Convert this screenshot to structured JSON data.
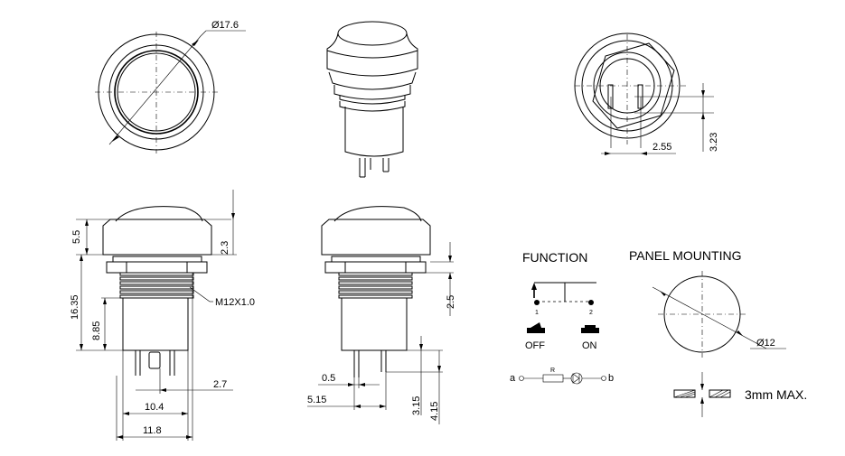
{
  "dimensions": {
    "head_diameter": "Ø17.6",
    "terminal_pitch_h": "2.55",
    "terminal_pitch_v": "3.23",
    "head_height": "5.5",
    "dome_height": "2.3",
    "total_body_height": "16.35",
    "housing_height": "8.85",
    "thread": "M12X1.0",
    "terminal_width": "2.7",
    "housing_width": "10.4",
    "nut_width": "11.8",
    "nut_thickness": "2.5",
    "terminal_thickness": "0.5",
    "terminal_offset": "5.15",
    "terminal_length": "3.15",
    "terminal_total": "4.15",
    "panel_hole": "Ø12"
  },
  "function": {
    "title": "FUNCTION",
    "pin1": "1",
    "pin2": "2",
    "off_label": "OFF",
    "on_label": "ON",
    "node_a": "a",
    "node_b": "b",
    "resistor": "R"
  },
  "panel": {
    "title": "PANEL MOUNTING",
    "max_thickness": "3mm MAX."
  }
}
